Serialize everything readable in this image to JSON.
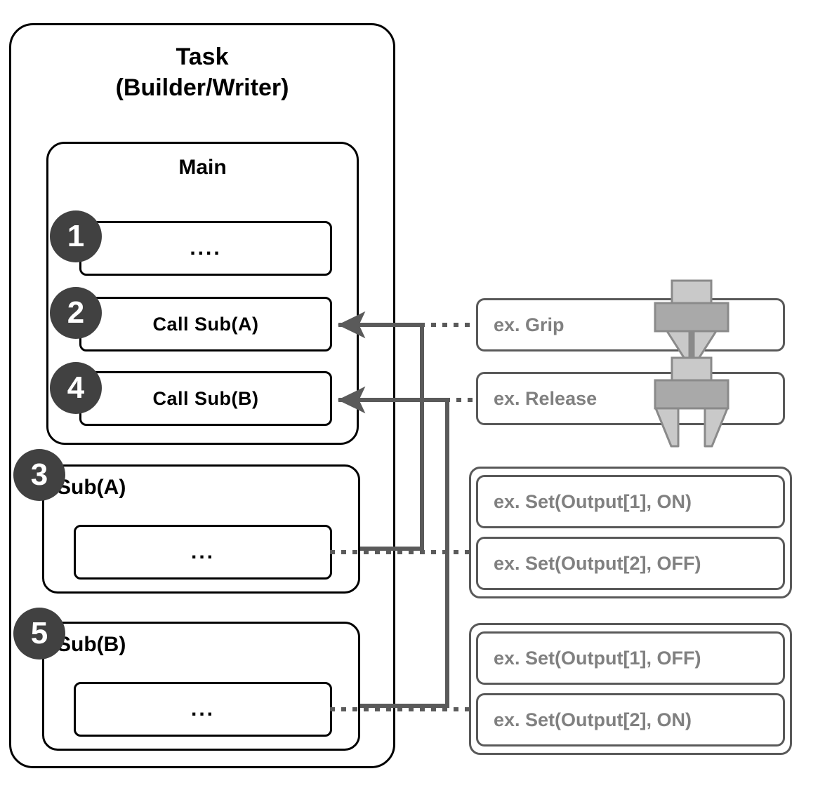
{
  "task": {
    "title": "Task\n(Builder/Writer)",
    "title_line1": "Task",
    "title_line2": "(Builder/Writer)"
  },
  "main": {
    "title": "Main",
    "steps": [
      {
        "badge": "1",
        "label": "...."
      },
      {
        "badge": "2",
        "label": "Call  Sub(A)"
      },
      {
        "badge": "4",
        "label": "Call  Sub(B)"
      }
    ]
  },
  "subroutines": [
    {
      "badge": "3",
      "title": "Sub(A)",
      "body": "..."
    },
    {
      "badge": "5",
      "title": "Sub(B)",
      "body": "..."
    }
  ],
  "examples": {
    "grip": {
      "label": "ex. Grip",
      "icon": "gripper-closed-icon"
    },
    "release": {
      "label": "ex. Release",
      "icon": "gripper-open-icon"
    },
    "group_a": [
      "ex. Set(Output[1], ON)",
      "ex. Set(Output[2], OFF)"
    ],
    "group_b": [
      "ex. Set(Output[1], OFF)",
      "ex. Set(Output[2], ON)"
    ]
  },
  "colors": {
    "outline": "#000000",
    "badge_fill": "#414141",
    "badge_text": "#ffffff",
    "example_outline": "#595959",
    "example_text": "#808080",
    "connector": "#5a5a5a",
    "gripper_light": "#c9c9c9",
    "gripper_dark": "#a9a9a9",
    "gripper_stroke": "#8a8a8a"
  }
}
